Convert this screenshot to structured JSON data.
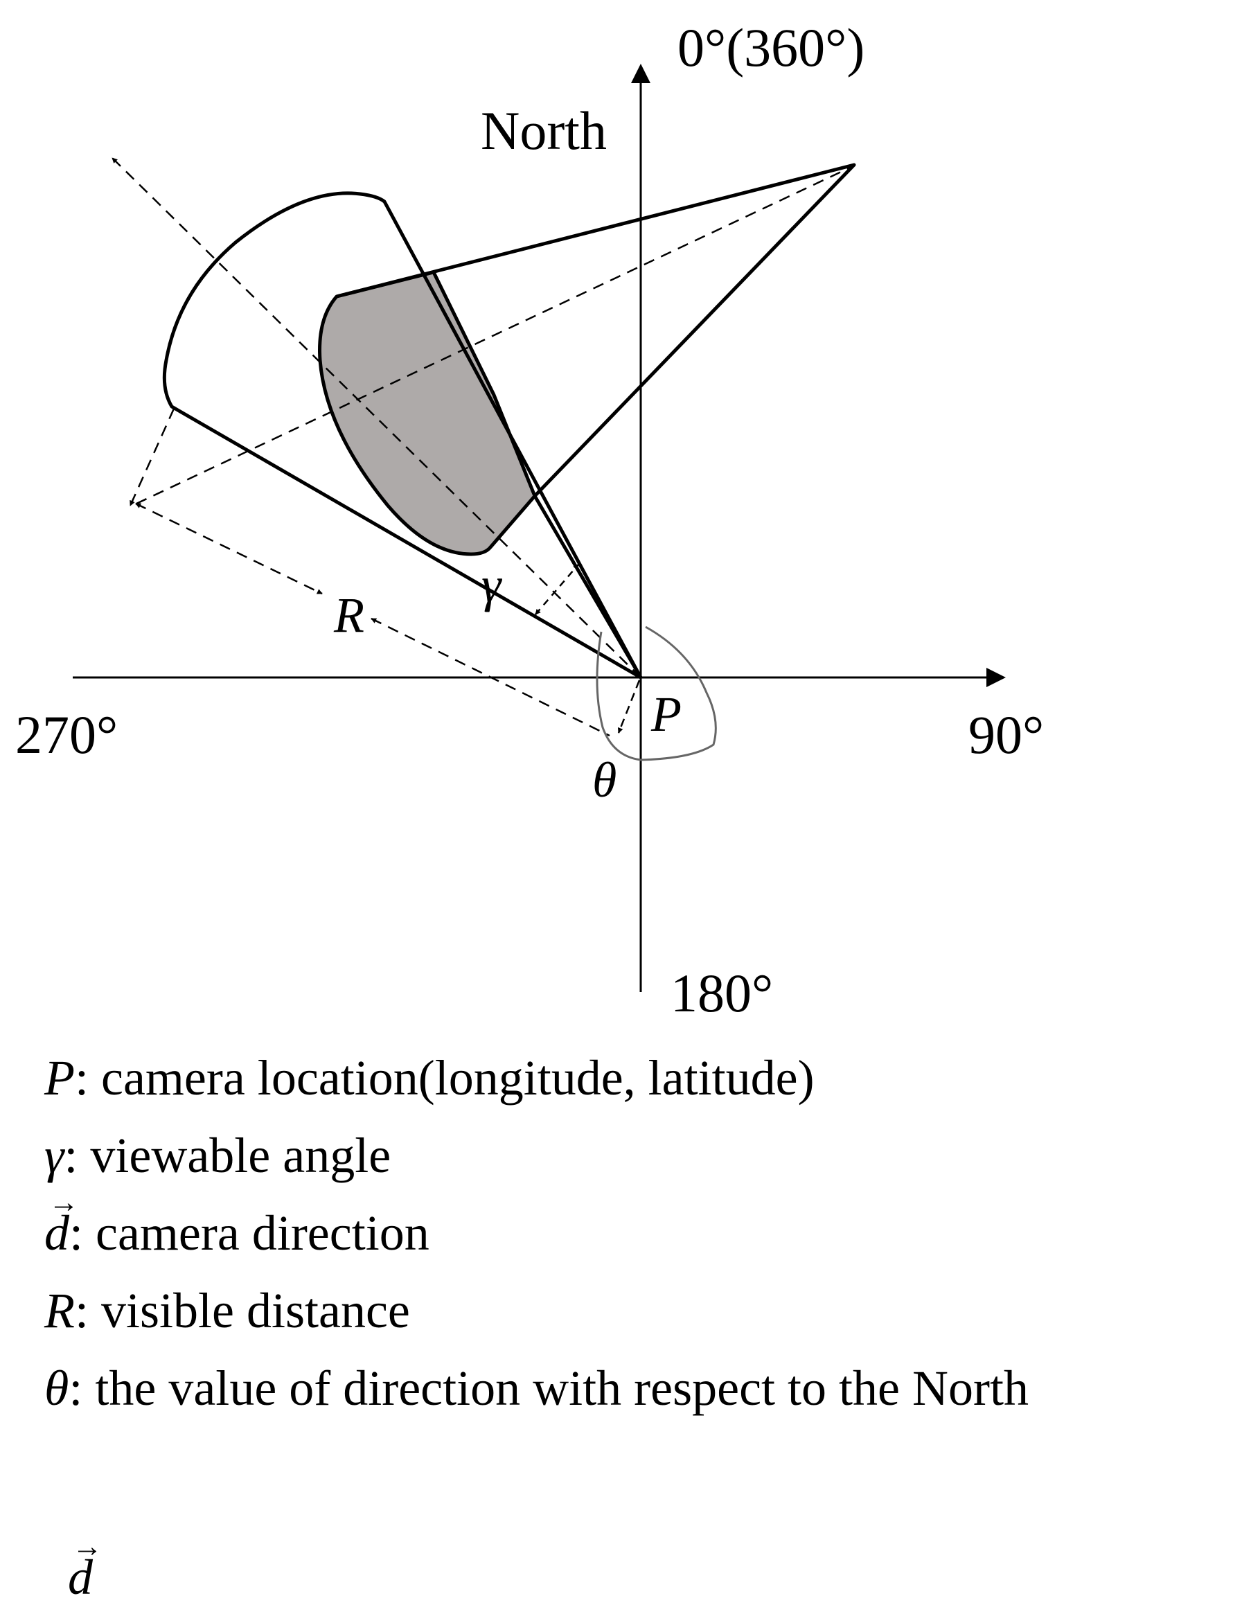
{
  "figure": {
    "axes": {
      "north_label": "North",
      "top_label": "0°(360°)",
      "right_label": "90°",
      "bottom_label": "180°",
      "left_label": "270°"
    },
    "symbols": {
      "direction": "d",
      "direction_arrow": "→",
      "angle": "γ",
      "distance": "R",
      "location": "P",
      "theta": "θ"
    },
    "colors": {
      "line": "#000000",
      "shaded_region": "#aeaaa9",
      "theta_curve": "#666666",
      "background": "#ffffff"
    }
  },
  "legend": {
    "items": [
      {
        "key": "P",
        "sep": ": ",
        "text": "camera location(longitude, latitude)"
      },
      {
        "key": "γ",
        "sep": ": ",
        "text": "viewable angle"
      },
      {
        "key": "d",
        "key_arrow": "→",
        "sep": ": ",
        "text": "camera direction"
      },
      {
        "key": "R",
        "sep": ": ",
        "text": "visible distance"
      },
      {
        "key": "θ",
        "sep": ": ",
        "text": "the value of direction with respect to the North"
      }
    ]
  }
}
